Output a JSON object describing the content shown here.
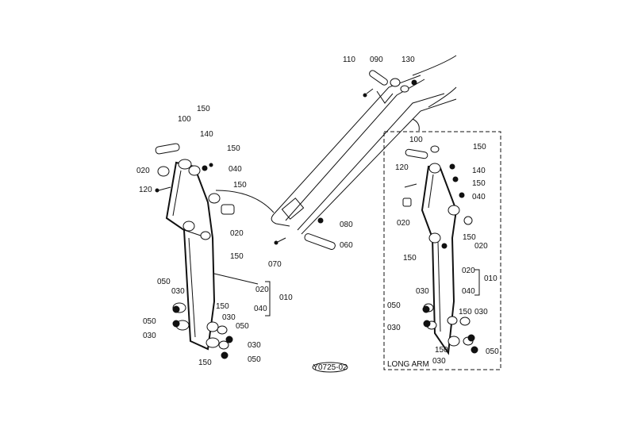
{
  "diagram": {
    "code": "Y0725-02",
    "long_arm_label": "LONG ARM",
    "left_labels": [
      {
        "id": "l150a",
        "text": "150"
      },
      {
        "id": "l100",
        "text": "100"
      },
      {
        "id": "l140",
        "text": "140"
      },
      {
        "id": "l150b",
        "text": "150"
      },
      {
        "id": "l020a",
        "text": "020"
      },
      {
        "id": "l040",
        "text": "040"
      },
      {
        "id": "l120",
        "text": "120"
      },
      {
        "id": "l150c",
        "text": "150"
      },
      {
        "id": "l020b",
        "text": "020"
      },
      {
        "id": "l150d",
        "text": "150"
      },
      {
        "id": "l020c",
        "text": "020"
      },
      {
        "id": "l040b",
        "text": "040"
      },
      {
        "id": "l010",
        "text": "010"
      },
      {
        "id": "l050a",
        "text": "050"
      },
      {
        "id": "l030a",
        "text": "030"
      },
      {
        "id": "l050b",
        "text": "050"
      },
      {
        "id": "l030b",
        "text": "030"
      },
      {
        "id": "l150e",
        "text": "150"
      },
      {
        "id": "l030c",
        "text": "030"
      },
      {
        "id": "l050c",
        "text": "050"
      },
      {
        "id": "l030d",
        "text": "030"
      },
      {
        "id": "l150f",
        "text": "150"
      },
      {
        "id": "l050d",
        "text": "050"
      }
    ],
    "middle_labels": [
      {
        "id": "m110",
        "text": "110"
      },
      {
        "id": "m090",
        "text": "090"
      },
      {
        "id": "m130",
        "text": "130"
      },
      {
        "id": "m080",
        "text": "080"
      },
      {
        "id": "m060",
        "text": "060"
      },
      {
        "id": "m070",
        "text": "070"
      }
    ],
    "right_labels": [
      {
        "id": "r100",
        "text": "100"
      },
      {
        "id": "r150a",
        "text": "150"
      },
      {
        "id": "r120",
        "text": "120"
      },
      {
        "id": "r140",
        "text": "140"
      },
      {
        "id": "r150b",
        "text": "150"
      },
      {
        "id": "r040",
        "text": "040"
      },
      {
        "id": "r020a",
        "text": "020"
      },
      {
        "id": "r150c",
        "text": "150"
      },
      {
        "id": "r020b",
        "text": "020"
      },
      {
        "id": "r150d",
        "text": "150"
      },
      {
        "id": "r020c",
        "text": "020"
      },
      {
        "id": "r010",
        "text": "010"
      },
      {
        "id": "r040b",
        "text": "040"
      },
      {
        "id": "r030a",
        "text": "030"
      },
      {
        "id": "r050a",
        "text": "050"
      },
      {
        "id": "r030b",
        "text": "030"
      },
      {
        "id": "r150e",
        "text": "150"
      },
      {
        "id": "r030c",
        "text": "030"
      },
      {
        "id": "r150f",
        "text": "150"
      },
      {
        "id": "r050b",
        "text": "050"
      },
      {
        "id": "r030d",
        "text": "030"
      }
    ]
  }
}
